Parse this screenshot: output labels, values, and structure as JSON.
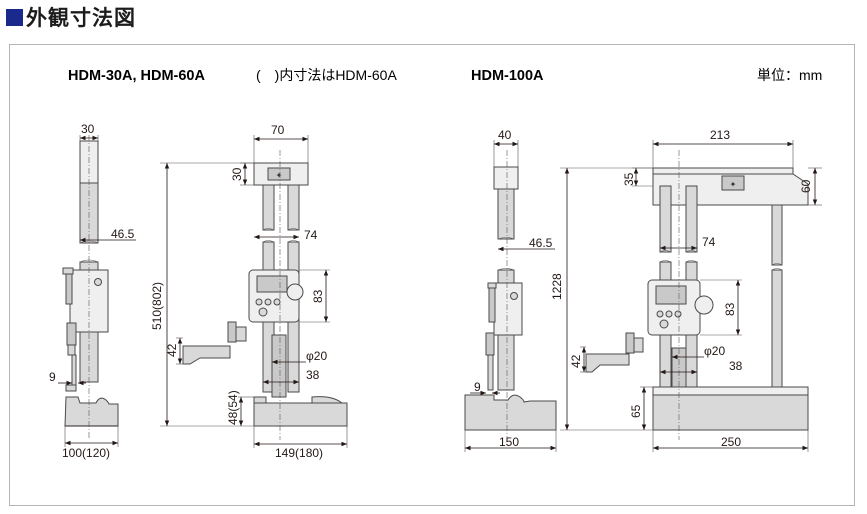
{
  "title": "外観寸法図",
  "header_left": "HDM-30A, HDM-60A",
  "header_note": "(　)内寸法はHDM-60A",
  "header_right": "HDM-100A",
  "unit_label": "単位：mm",
  "dims_left": {
    "side_top_width": "30",
    "side_offset": "46.5",
    "side_bottom_gap": "9",
    "side_base_width": "100(120)",
    "front_top_width": "70",
    "front_top_height": "30",
    "front_column_span": "74",
    "front_display_height": "83",
    "front_total_height": "510(802)",
    "front_scriber_height": "42",
    "front_spindle_dia": "φ20",
    "front_spindle_offset": "38",
    "front_base_height": "48(54)",
    "front_base_width": "149(180)"
  },
  "dims_right": {
    "side_top_width": "40",
    "side_offset": "46.5",
    "side_bottom_gap": "9",
    "side_base_width": "150",
    "front_top_width": "213",
    "front_top_height": "35",
    "front_bracket_height": "60",
    "front_column_span": "74",
    "front_display_height": "83",
    "front_total_height": "1228",
    "front_scriber_height": "42",
    "front_spindle_dia": "φ20",
    "front_spindle_offset": "38",
    "front_base_height": "65",
    "front_base_width": "250"
  }
}
